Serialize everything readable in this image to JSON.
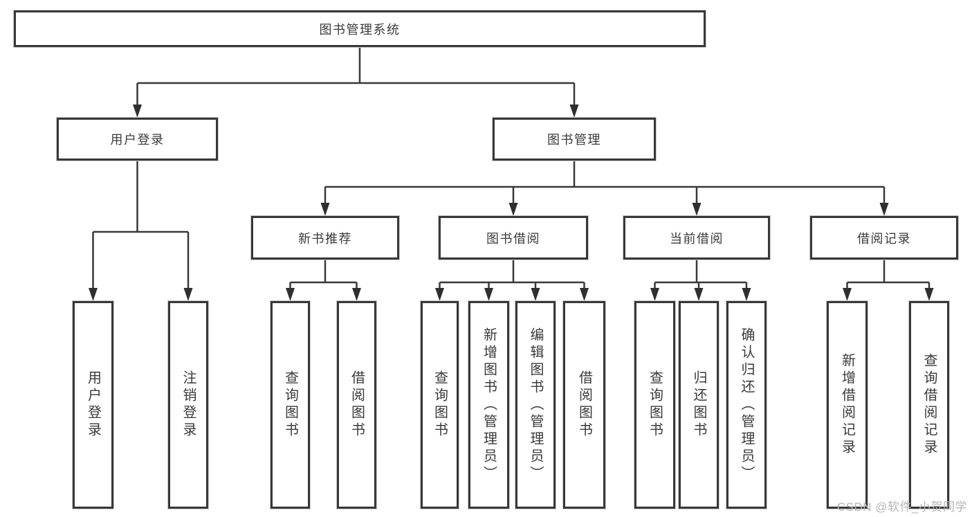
{
  "tree": {
    "label": "图书管理系统",
    "children": [
      {
        "label": "用户登录",
        "children": [
          {
            "label": "用户登录"
          },
          {
            "label": "注销登录"
          }
        ]
      },
      {
        "label": "图书管理",
        "children": [
          {
            "label": "新书推荐",
            "children": [
              {
                "label": "查询图书"
              },
              {
                "label": "借阅图书"
              }
            ]
          },
          {
            "label": "图书借阅",
            "children": [
              {
                "label": "查询图书"
              },
              {
                "label": "新增图书（管理员）"
              },
              {
                "label": "编辑图书（管理员）"
              },
              {
                "label": "借阅图书"
              }
            ]
          },
          {
            "label": "当前借阅",
            "children": [
              {
                "label": "查询图书"
              },
              {
                "label": "归还图书"
              },
              {
                "label": "确认归还（管理员）"
              }
            ]
          },
          {
            "label": "借阅记录",
            "children": [
              {
                "label": "新增借阅记录"
              },
              {
                "label": "查询借阅记录"
              }
            ]
          }
        ]
      }
    ]
  },
  "watermark": {
    "text": "CSDN @软件_小贺同学"
  },
  "colors": {
    "line": "#383838",
    "arrow": "#2f2f2f",
    "text": "#3a3a3a",
    "border": "#383838",
    "background": "#ffffff",
    "watermark": "#b5b5b5"
  }
}
